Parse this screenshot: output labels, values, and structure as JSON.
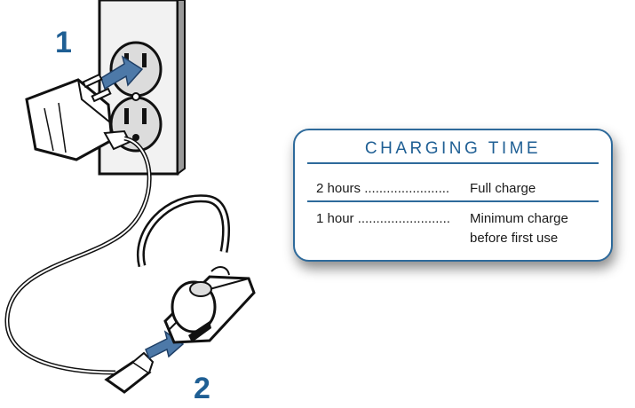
{
  "steps": {
    "one": "1",
    "two": "2"
  },
  "charging_table": {
    "title": "CHARGING TIME",
    "rows": [
      {
        "duration": "2 hours",
        "leader": ".......................",
        "description": "Full charge"
      },
      {
        "duration": "1 hour",
        "leader": ".........................",
        "description_line1": "Minimum charge",
        "description_line2": "before first use"
      }
    ]
  },
  "colors": {
    "accent_blue": "#2e6a9b",
    "arrow_blue": "#4d79a8",
    "outline": "#111111"
  }
}
